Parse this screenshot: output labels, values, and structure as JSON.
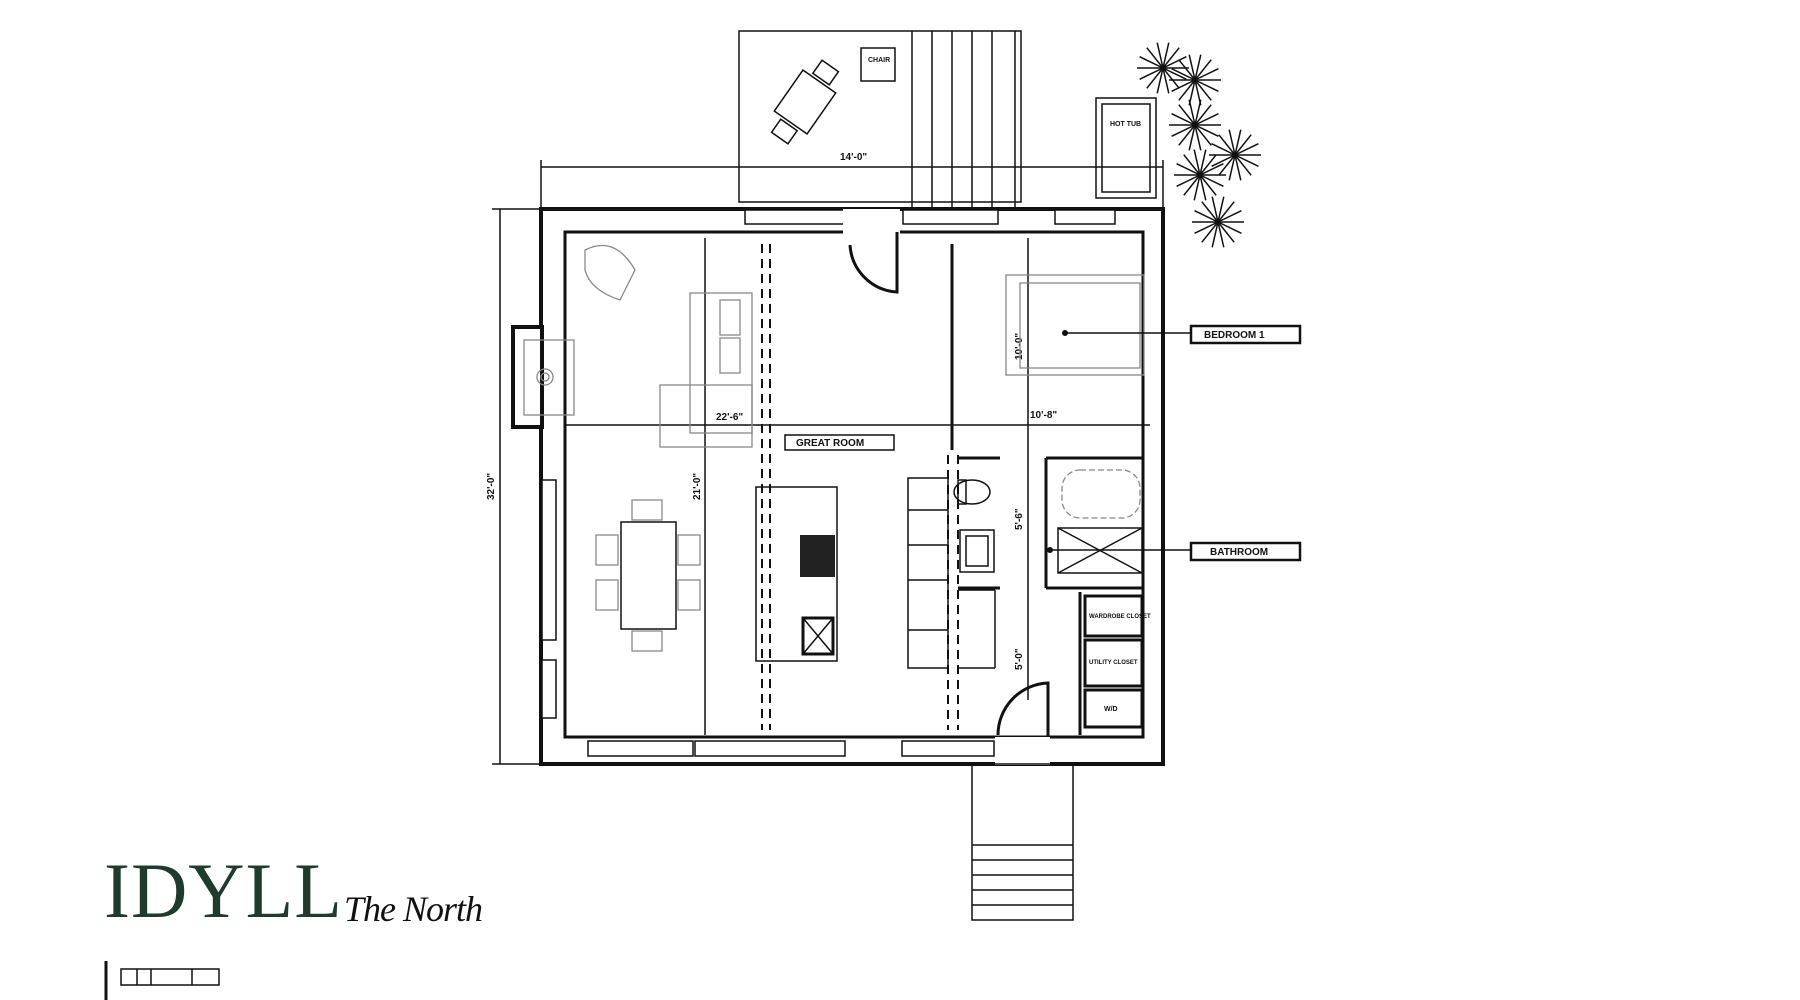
{
  "brand": {
    "name": "IDYLL",
    "model": "The North"
  },
  "rooms": {
    "great_room": "GREAT ROOM",
    "bedroom": "BEDROOM 1",
    "bathroom": "BATHROOM",
    "wardrobe": "WARDROBE CLOSET",
    "utility": "UTILITY CLOSET",
    "wd": "W/D",
    "chair": "CHAIR",
    "hot_tub": "HOT TUB"
  },
  "dimensions": {
    "overall_width": "14'-0\"",
    "overall_depth": "32'-0\"",
    "great_room_depth": "21'-0\"",
    "great_room_width": "22'-6\"",
    "bedroom_width": "10'-8\"",
    "bedroom_depth": "10'-0\"",
    "bath_depth": "5'-6\"",
    "closet_depth": "5'-0\""
  }
}
